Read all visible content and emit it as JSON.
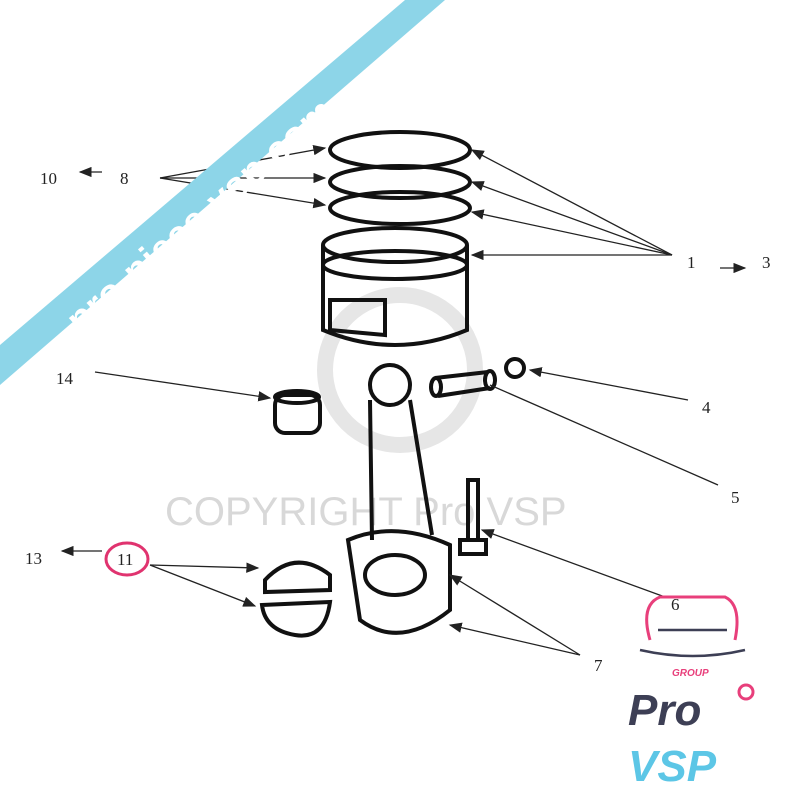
{
  "labels": {
    "l10": "10",
    "l8": "8",
    "l1": "1",
    "l3": "3",
    "l14": "14",
    "l4": "4",
    "l5": "5",
    "l13": "13",
    "l11": "11",
    "l6": "6",
    "l7": "7"
  },
  "watermark": {
    "banner": "pro-piece-vsp.com",
    "copyright": "COPYRIGHT Pro VSP"
  },
  "logo": {
    "group": "GROUP",
    "pro": "Pro",
    "vsp": "VSP"
  },
  "colors": {
    "banner": "#8dd5e8",
    "highlight": "#e0336f",
    "logo_dark": "#3d3f55",
    "logo_blue": "#5cc6e6",
    "logo_pink": "#e83f7b"
  }
}
